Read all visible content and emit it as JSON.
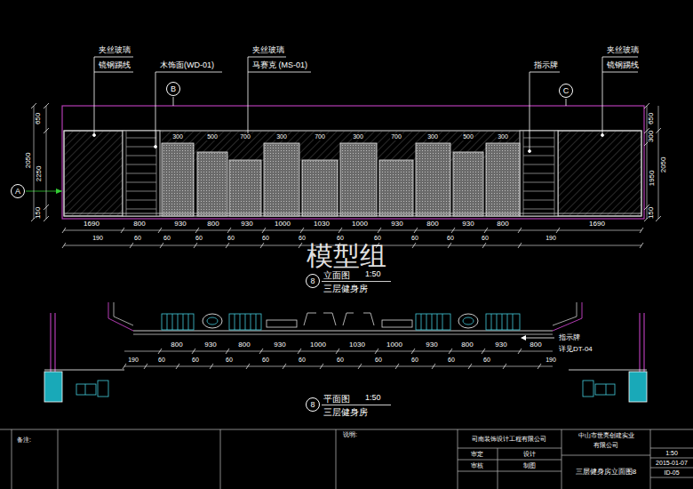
{
  "diagram": {
    "nodes": [
      {
        "text": [
          "A"
        ]
      },
      {
        "text": [
          "B"
        ]
      },
      {
        "text": [
          "C"
        ]
      },
      {
        "text": [
          "8"
        ]
      },
      {
        "text": [
          "8"
        ]
      }
    ],
    "labels": [
      "夹丝玻璃",
      "镜钢踢线",
      "木饰面(WD-01)",
      "夹丝玻璃",
      "马赛克 (MS-01)",
      "指示牌",
      "夹丝玻璃",
      "镜钢踢线",
      "650",
      "2050",
      "2250",
      "150",
      "650",
      "300",
      "2050",
      "1950",
      "150",
      "300",
      "500",
      "700",
      "300",
      "700",
      "300",
      "700",
      "300",
      "500",
      "300",
      "1690",
      "800",
      "930",
      "800",
      "930",
      "1000",
      "1030",
      "1000",
      "930",
      "800",
      "930",
      "800",
      "1690",
      "190",
      "60",
      "60",
      "60",
      "60",
      "60",
      "60",
      "60",
      "60",
      "60",
      "60",
      "60",
      "190",
      "立面图",
      "1:50",
      "三层健身房",
      "模型组",
      "800",
      "930",
      "800",
      "930",
      "1000",
      "1030",
      "1000",
      "930",
      "800",
      "930",
      "800",
      "190",
      "60",
      "60",
      "60",
      "60",
      "60",
      "60",
      "60",
      "60",
      "60",
      "60",
      "190",
      "指示牌",
      "详见DT-04",
      "平面图",
      "1:50",
      "三层健身房",
      "备注:",
      "说明:",
      "司南装饰设计工程有限公司",
      "中山市世亮创建实业",
      "有限公司",
      "三层健身房立面图8",
      "1:50",
      "2015-01-07",
      "ID-05",
      "审定",
      "审核",
      "设计",
      "制图"
    ]
  }
}
